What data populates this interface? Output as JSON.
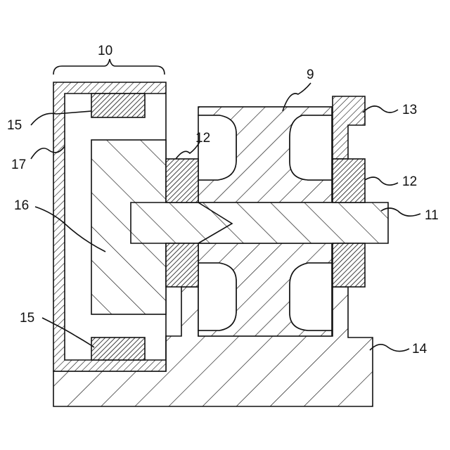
{
  "labels": {
    "l10": "10",
    "l9": "9",
    "l13": "13",
    "l15_top": "15",
    "l17": "17",
    "l12_top": "12",
    "l12_right": "12",
    "l16": "16",
    "l11": "11",
    "l15_bottom": "15",
    "l14": "14"
  },
  "colors": {
    "ink": "#111111",
    "paper": "#ffffff"
  }
}
